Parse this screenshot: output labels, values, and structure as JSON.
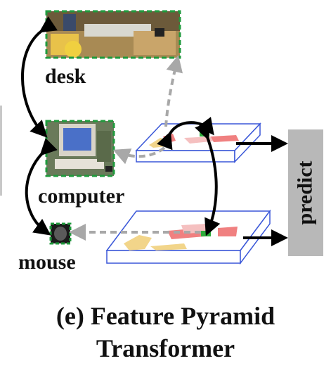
{
  "nodes": {
    "desk": "desk",
    "computer": "computer",
    "mouse": "mouse"
  },
  "predict_label": "predict",
  "caption": {
    "line1": "(e) Feature Pyramid",
    "line2": "Transformer"
  },
  "colors": {
    "dashed_frame": "#1f9a3c",
    "plane_outline": "#3a57d8",
    "dashed_arrow": "#a8a8a8",
    "solid_arrow": "#000000",
    "predict_box": "#b8b8b8",
    "blob_yellow": "#f2d58a",
    "blob_red": "#f08080",
    "blob_green": "#2eab3a"
  },
  "icons": [
    "desk-photo",
    "computer-photo",
    "mouse-photo"
  ]
}
